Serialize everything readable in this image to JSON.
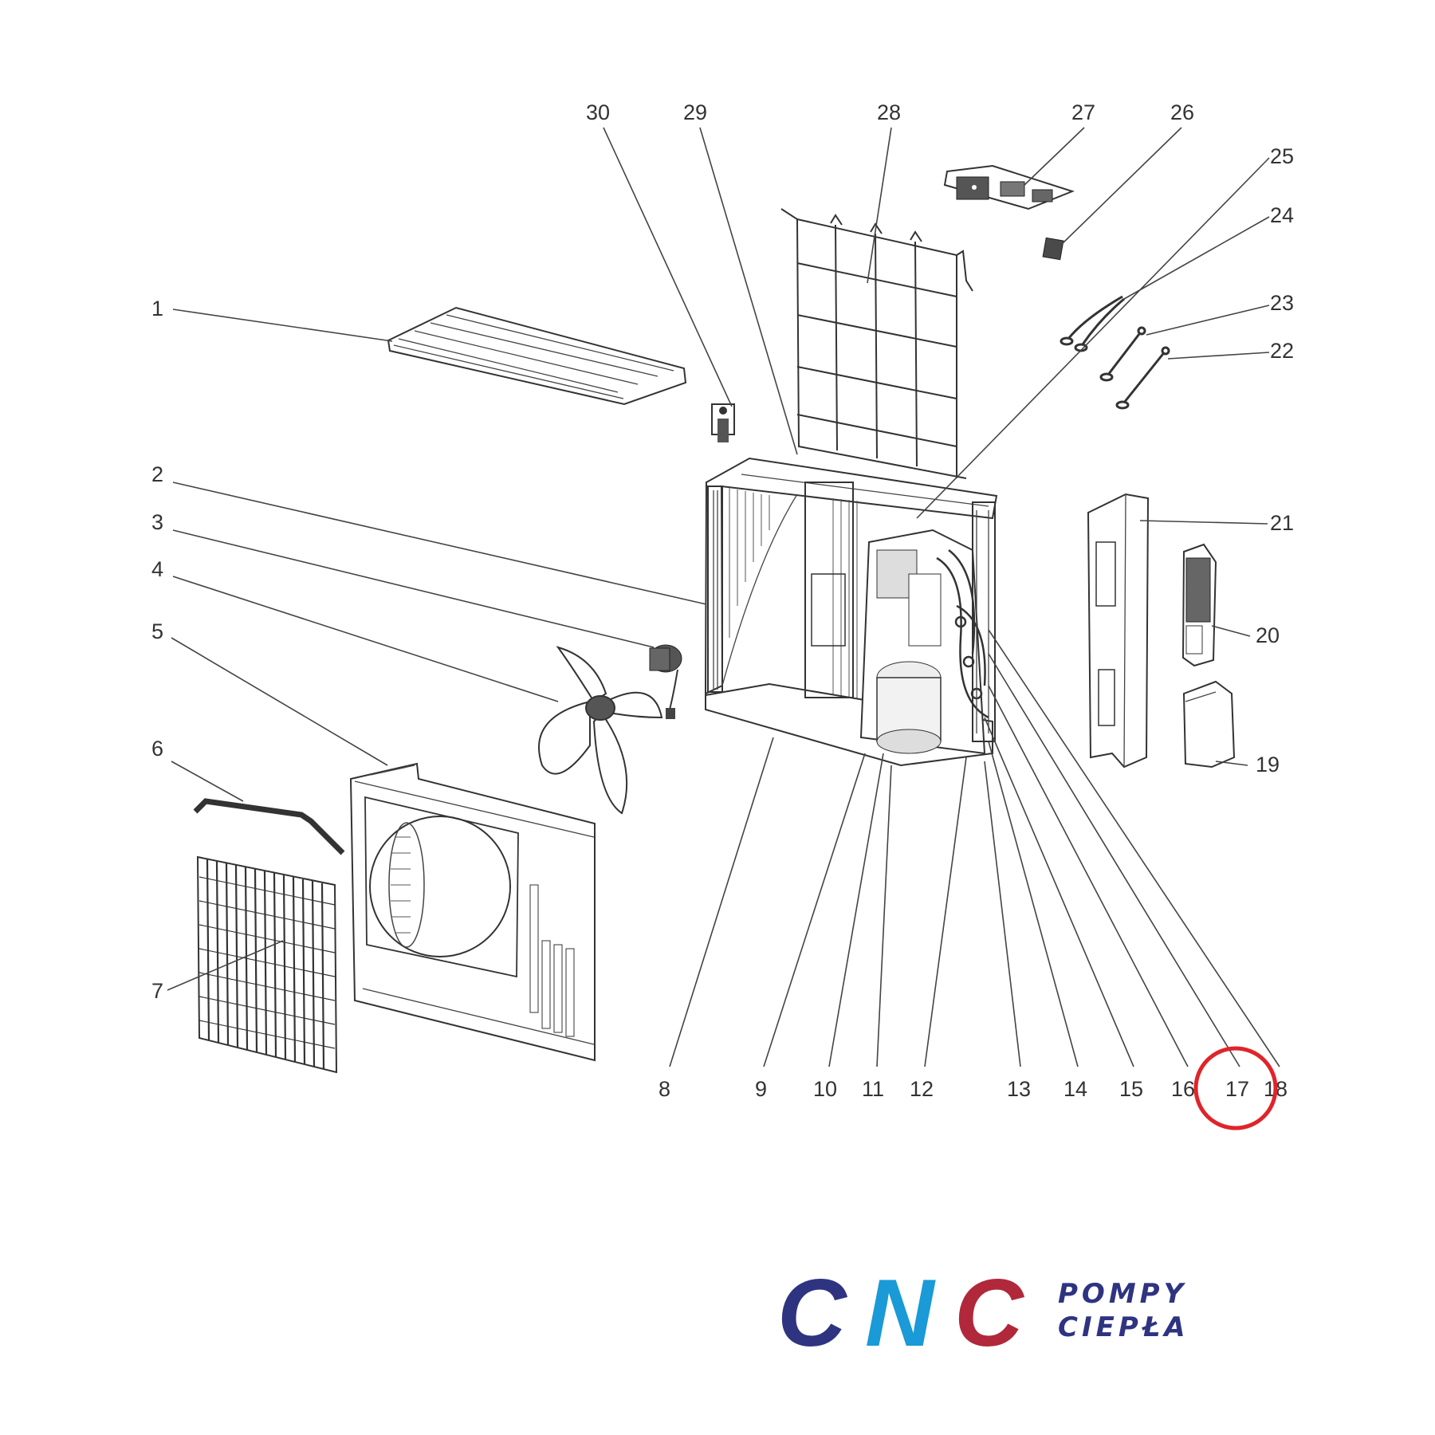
{
  "labels": [
    "1",
    "2",
    "3",
    "4",
    "5",
    "6",
    "7",
    "8",
    "9",
    "10",
    "11",
    "12",
    "13",
    "14",
    "15",
    "16",
    "17",
    "18",
    "19",
    "20",
    "21",
    "22",
    "23",
    "24",
    "25",
    "26",
    "27",
    "28",
    "29",
    "30"
  ],
  "highlight": {
    "label": "17",
    "color": "#e0242a"
  },
  "logo": {
    "letters": [
      "C",
      "N",
      "C"
    ],
    "letter_colors": [
      "#2f3480",
      "#1a9ad6",
      "#b0283a"
    ],
    "line1": "POMPY",
    "line2": "CIEPŁA",
    "text_color": "#2f3480"
  }
}
